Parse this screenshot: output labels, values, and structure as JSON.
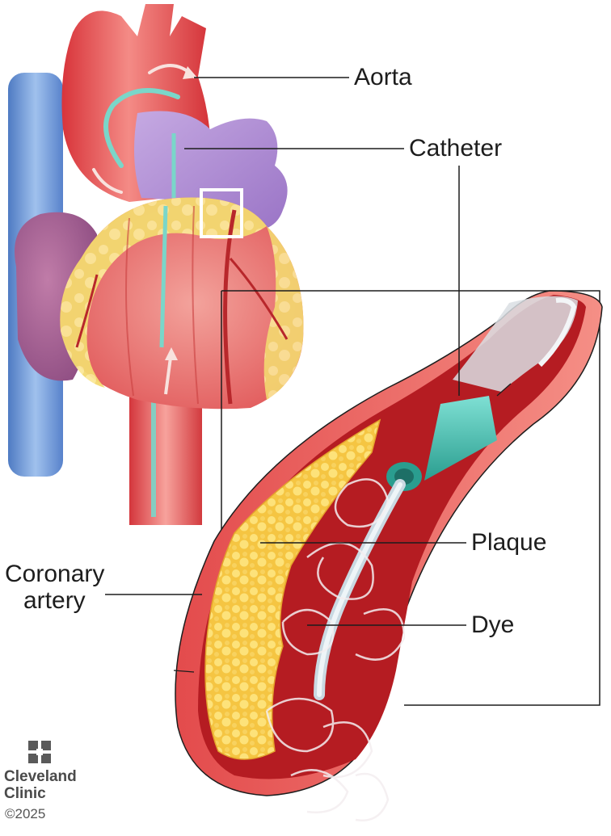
{
  "labels": {
    "aorta": "Aorta",
    "catheter": "Catheter",
    "plaque": "Plaque",
    "dye": "Dye",
    "coronary_line1": "Coronary",
    "coronary_line2": "artery"
  },
  "branding": {
    "logo_line1": "Cleveland",
    "logo_line2": "Clinic",
    "copyright": "©2025"
  },
  "colors": {
    "vessel_red": "#d9353a",
    "lumen_dark": "#a5161c",
    "vein_blue": "#5a8fd6",
    "pulmonary_purple": "#b18fd0",
    "fat_yellow": "#f2d35a",
    "catheter_teal": "#3fb7a8",
    "leader_line": "#1d1d1d"
  },
  "icons": [
    "cleveland-clinic-logo-icon"
  ]
}
